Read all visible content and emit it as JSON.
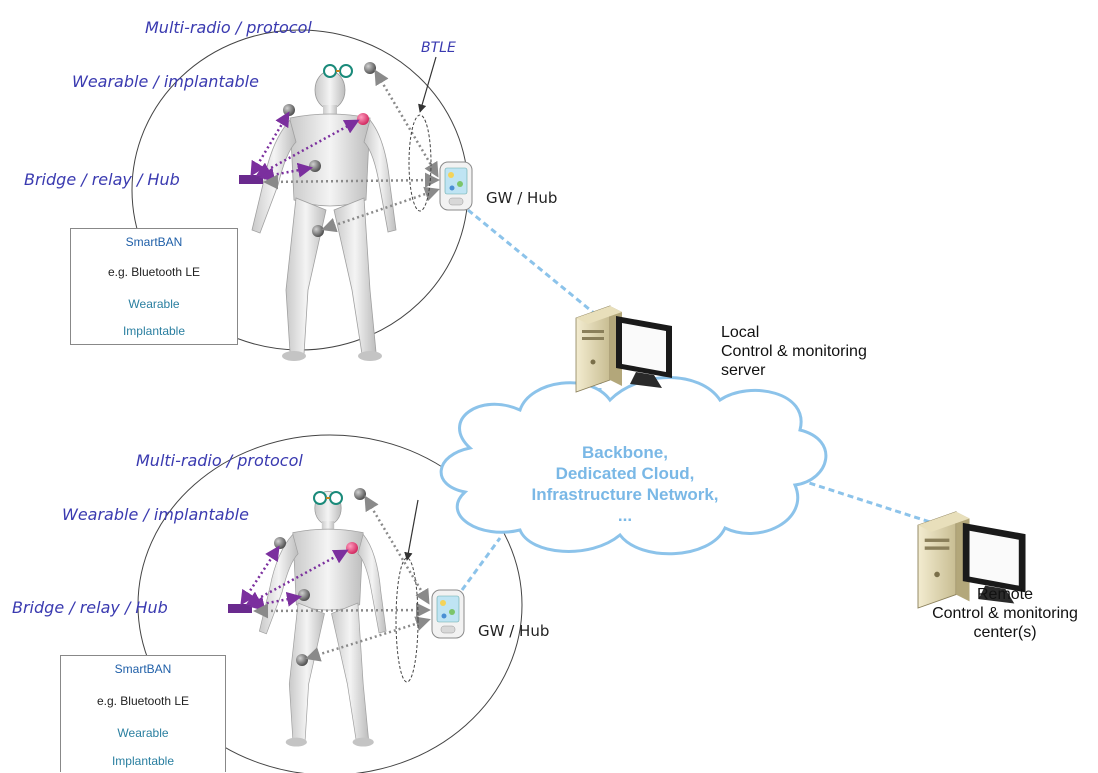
{
  "colors": {
    "smartban": "#7b2f9e",
    "bluetooth": "#8a8a8a",
    "link": "#8cc3ea",
    "label_blue": "#3a3ab0",
    "cloud_text": "#7ab8e6",
    "implant": "#e8457a",
    "hub": "#6a2a8e"
  },
  "top_ban": {
    "multi_radio": "Multi-radio / protocol",
    "wearable": "Wearable / implantable",
    "bridge": "Bridge / relay / Hub",
    "btle": "BTLE",
    "gw": "GW / Hub",
    "legend": {
      "smartban": "SmartBAN",
      "bluetooth": "e.g. Bluetooth LE",
      "wearable": "Wearable",
      "implantable": "Implantable"
    }
  },
  "bottom_ban": {
    "multi_radio": "Multi-radio / protocol",
    "wearable": "Wearable / implantable",
    "bridge": "Bridge / relay / Hub",
    "gw": "GW / Hub",
    "legend": {
      "smartban": "SmartBAN",
      "bluetooth": "e.g. Bluetooth LE",
      "wearable": "Wearable",
      "implantable": "Implantable"
    }
  },
  "local_server": {
    "line1": "Local",
    "line2": "Control & monitoring",
    "line3": "server"
  },
  "cloud": {
    "line1": "Backbone,",
    "line2": "Dedicated Cloud,",
    "line3": "Infrastructure Network,",
    "line4": "..."
  },
  "remote_center": {
    "line1": "Remote",
    "line2": "Control & monitoring",
    "line3": "center(s)"
  },
  "icons": [
    "human-body-icon",
    "glasses-icon",
    "smartphone-icon",
    "server-computer-icon",
    "cloud-icon",
    "sensor-node-icon",
    "implant-node-icon",
    "hub-device-icon"
  ]
}
